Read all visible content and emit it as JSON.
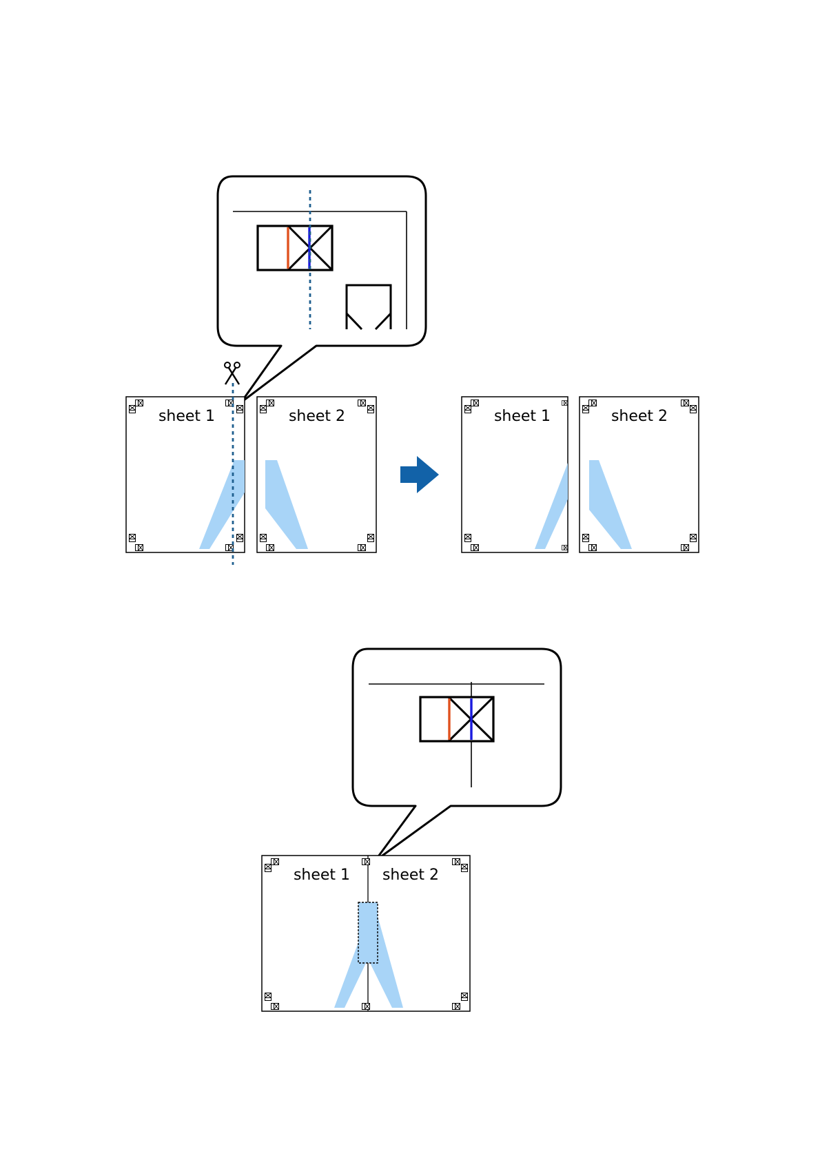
{
  "step1": {
    "left_sheet1_label": "sheet 1",
    "left_sheet2_label": "sheet 2",
    "right_sheet1_label": "sheet 1",
    "right_sheet2_label": "sheet 2",
    "cut_icon": "scissors-icon",
    "arrow_icon": "right-arrow-icon"
  },
  "step2": {
    "sheet1_label": "sheet 1",
    "sheet2_label": "sheet 2"
  },
  "colors": {
    "outline": "#000000",
    "cut_line": "#1f5f8f",
    "arrow": "#1262a8",
    "image_fill": "#a8d4f7",
    "marker_red": "#e0521f",
    "marker_blue": "#1a1adf"
  }
}
